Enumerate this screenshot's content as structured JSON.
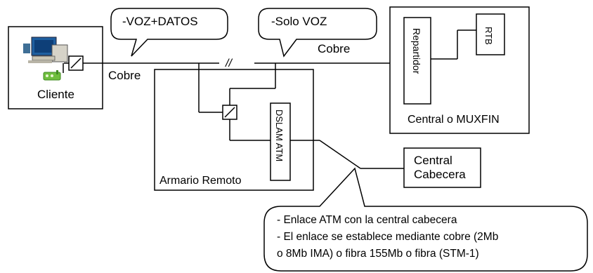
{
  "nodes": {
    "cliente": "Cliente",
    "armario": "Armario Remoto",
    "dslam": "DSLAM ATM",
    "central_mux": "Central o MUXFIN",
    "repartidor": "Repartidor",
    "rtb": "RTB",
    "central_cabecera_line1": "Central",
    "central_cabecera_line2": "Cabecera"
  },
  "links": {
    "cobre_left": "Cobre",
    "cobre_right": "Cobre",
    "break_mark": "//"
  },
  "callouts": {
    "voz_datos": "-VOZ+DATOS",
    "solo_voz": "-Solo VOZ",
    "atm_line1": "- Enlace ATM con la central cabecera",
    "atm_line2": "- El enlace se establece mediante cobre (2Mb",
    "atm_line3": "o 8Mb IMA) o fibra 155Mb o fibra (STM-1)"
  }
}
